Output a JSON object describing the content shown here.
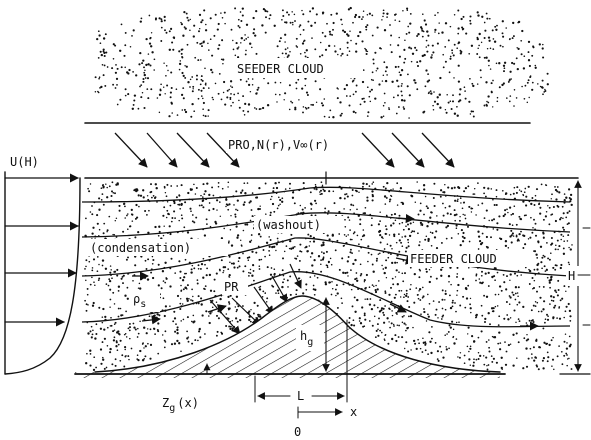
{
  "labels": {
    "seeder_cloud": "SEEDER CLOUD",
    "pro_flux": "PRO,N(r),V∞(r)",
    "wind_profile": "U(H)",
    "washout": "(washout)",
    "condensation": "(condensation)",
    "feeder_cloud": "FEEDER CLOUD",
    "density": "ρ",
    "density_sub": "s",
    "rain_rate": "PR",
    "hill_height": "h",
    "hill_height_sub": "g",
    "layer_height": "H",
    "terrain_profile": "Z",
    "terrain_profile_sub": "g",
    "terrain_profile_arg": "(x)",
    "half_width": "L",
    "x_axis": "x",
    "origin": "0"
  },
  "colors": {
    "ink": "#111111",
    "background": "#ffffff"
  }
}
